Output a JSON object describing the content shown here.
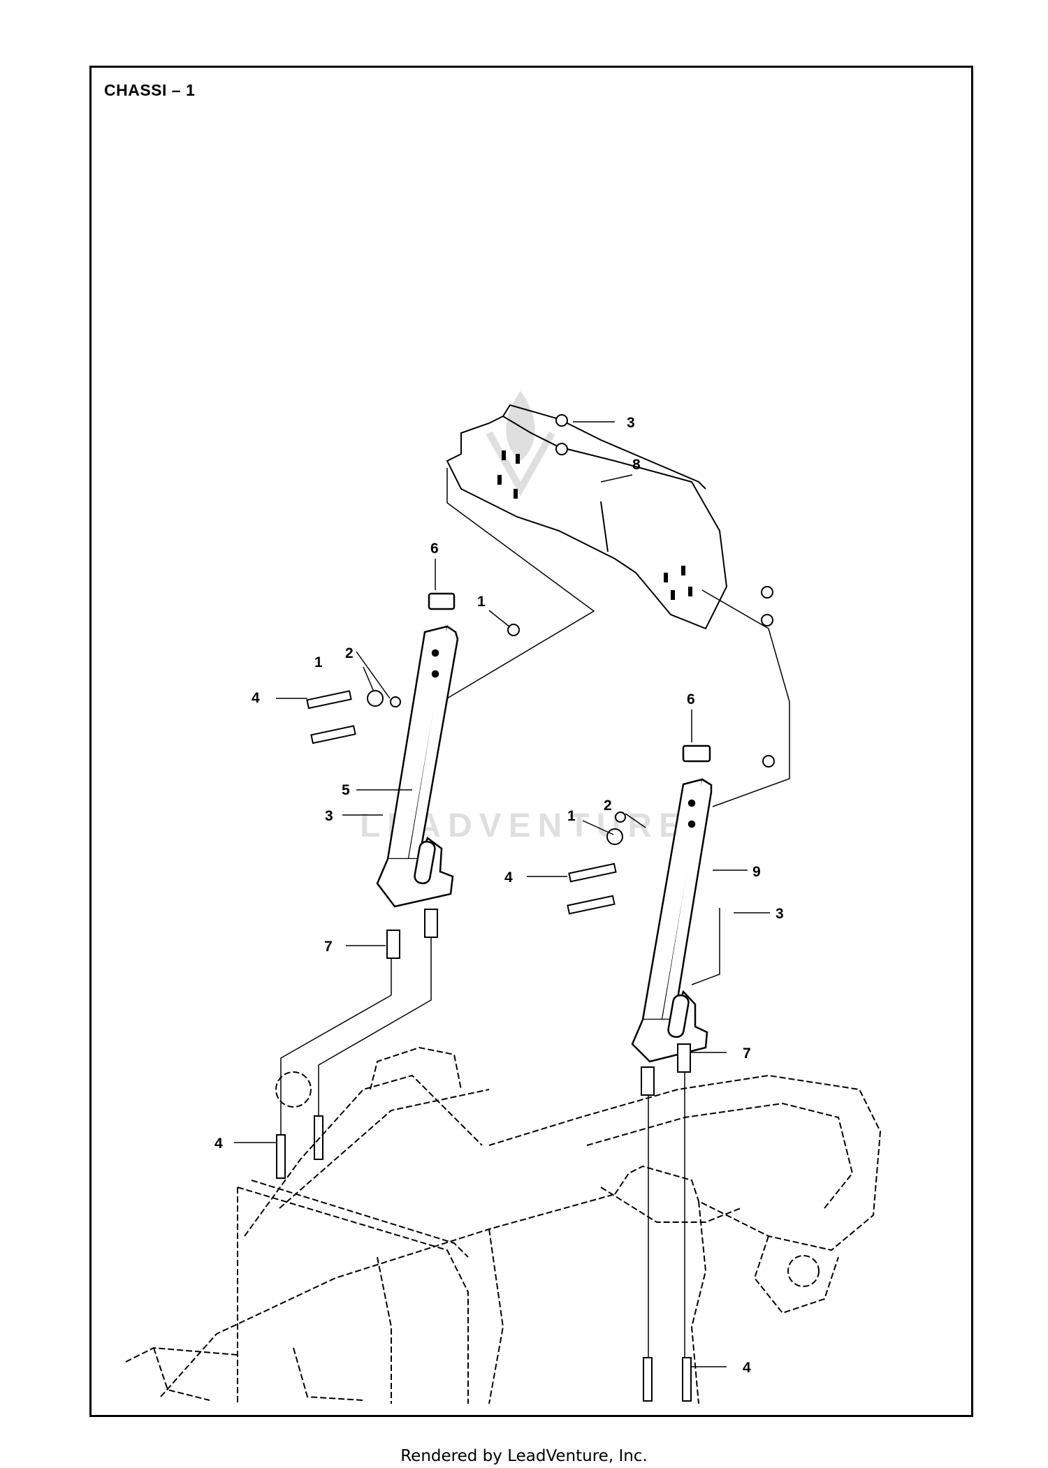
{
  "page": {
    "title": "CHASSI – 1",
    "footer": "Rendered by LeadVenture, Inc.",
    "watermark": "LEADVENTURE"
  },
  "callouts": [
    "3",
    "8",
    "6",
    "1",
    "2",
    "1",
    "4",
    "5",
    "3",
    "7",
    "6",
    "2",
    "1",
    "4",
    "9",
    "3",
    "7",
    "4",
    "4"
  ]
}
